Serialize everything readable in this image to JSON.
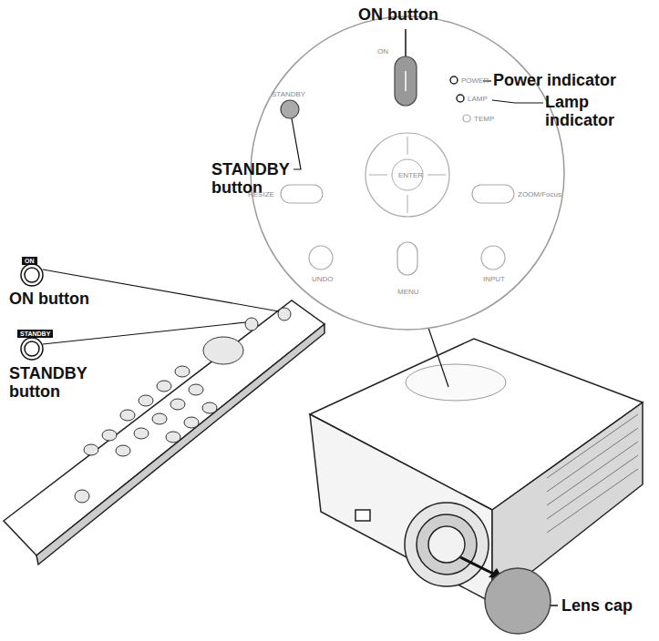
{
  "diagram": {
    "labels": [
      "ON button",
      "STANDBY button",
      "Power indicator",
      "Lamp indicator",
      "STANDBY",
      "ON",
      "POWER",
      "LAMP",
      "TEMP",
      "RESIZE",
      "ENTER",
      "ZOOM/Focus",
      "UNDO",
      "MENU",
      "INPUT",
      "ON",
      "ON button",
      "STANDBY",
      "STANDBY button",
      "Lens cap"
    ]
  }
}
